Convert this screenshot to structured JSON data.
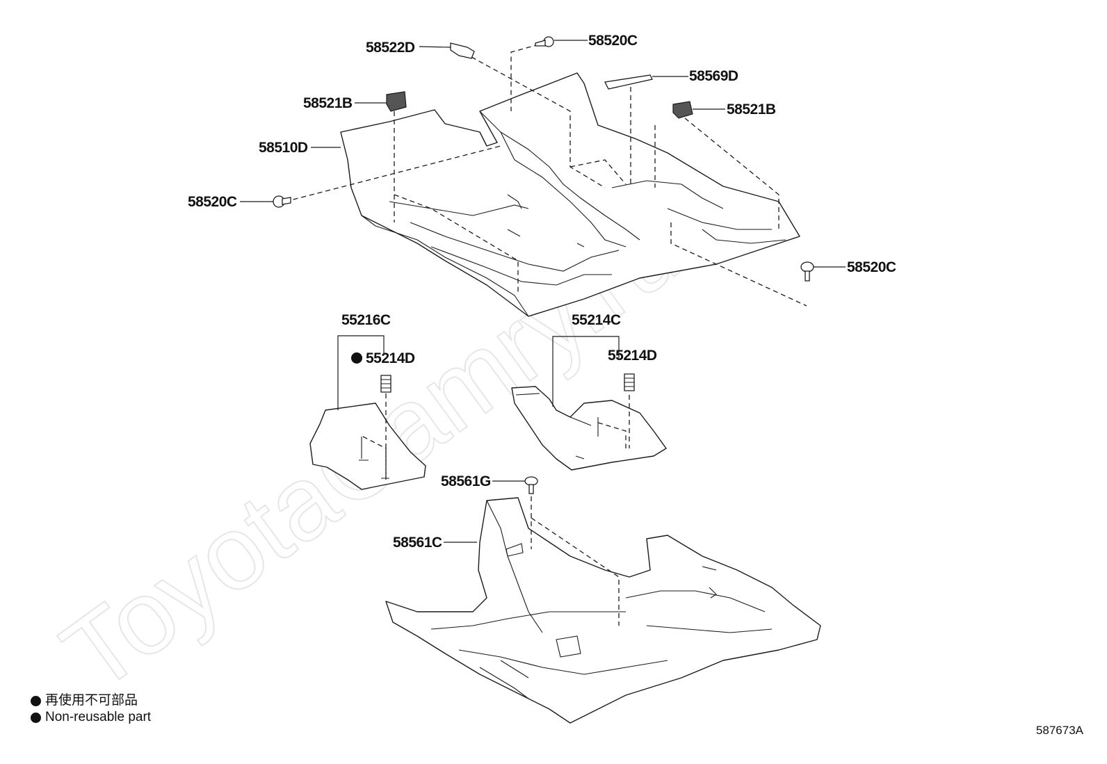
{
  "watermark": "ToyotaCamry.ru",
  "diagram_id": "587673A",
  "legend": {
    "jp": "再使用不可部品",
    "en": "Non-reusable part"
  },
  "parts": {
    "p58522D": "58522D",
    "p58520C_top": "58520C",
    "p58569D": "58569D",
    "p58521B_left": "58521B",
    "p58521B_right": "58521B",
    "p58510D": "58510D",
    "p58520C_left": "58520C",
    "p58520C_right": "58520C",
    "p55216C": "55216C",
    "p55214D_left": "55214D",
    "p55214C": "55214C",
    "p55214D_right": "55214D",
    "p58561G": "58561G",
    "p58561C": "58561C"
  }
}
